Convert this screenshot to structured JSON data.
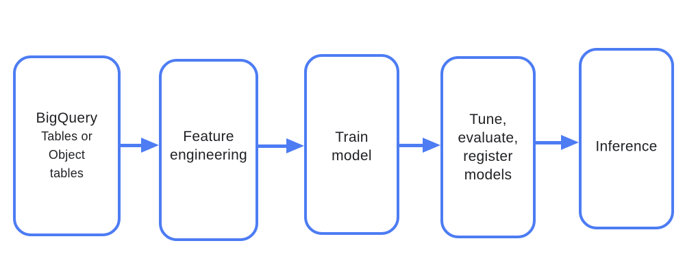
{
  "diagram": {
    "type": "flowchart",
    "direction": "left-to-right",
    "colors": {
      "accent": "#4d7cf3",
      "text": "#202124",
      "background": "#ffffff"
    },
    "nodes": [
      {
        "id": "bigquery-tables",
        "label": "BigQuery",
        "sublabel": "Tables or\nObject\ntables"
      },
      {
        "id": "feature-engineering",
        "label": "Feature\nengineering"
      },
      {
        "id": "train-model",
        "label": "Train\nmodel"
      },
      {
        "id": "tune-evaluate-register",
        "label": "Tune,\nevaluate,\nregister\nmodels"
      },
      {
        "id": "inference",
        "label": "Inference"
      }
    ],
    "connections": [
      {
        "from": "bigquery-tables",
        "to": "feature-engineering"
      },
      {
        "from": "feature-engineering",
        "to": "train-model"
      },
      {
        "from": "train-model",
        "to": "tune-evaluate-register"
      },
      {
        "from": "tune-evaluate-register",
        "to": "inference"
      }
    ]
  }
}
